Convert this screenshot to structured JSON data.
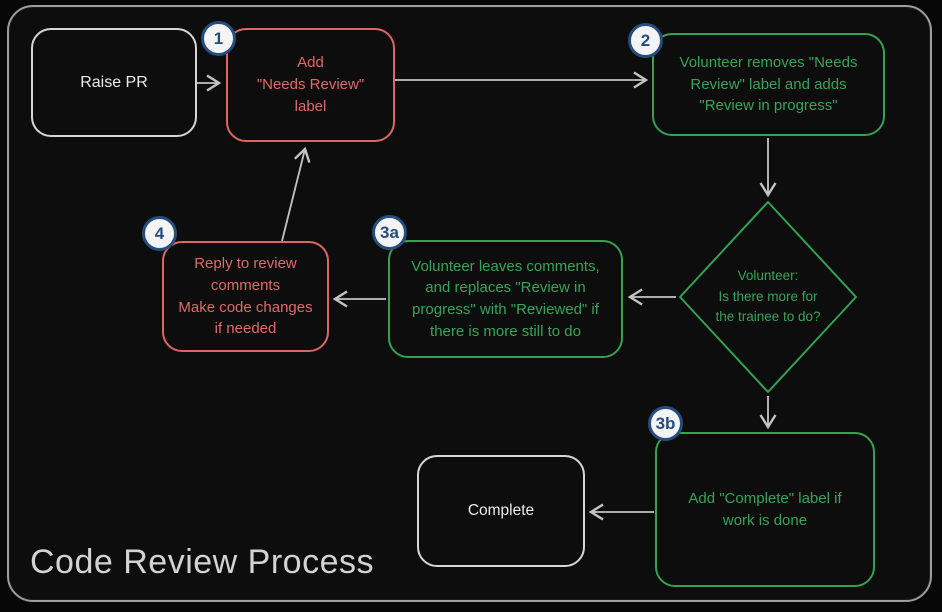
{
  "title": "Code Review Process",
  "colors": {
    "background": "#0d0d0d",
    "frame_border": "#9d9d9d",
    "red_node": "#df6464",
    "green_node": "#33a251",
    "neutral_node": "#d6d6d6",
    "arrow": "#c4c4c4",
    "badge_border": "#254e7f",
    "badge_fill": "#f4f4f4",
    "title_text": "#d3d3d3"
  },
  "nodes": {
    "raise_pr": {
      "text": "Raise PR"
    },
    "add_needs_review": {
      "badge": "1",
      "text": "Add\n\"Needs Review\"\nlabel"
    },
    "volunteer_removes": {
      "badge": "2",
      "text": "Volunteer removes \"Needs\nReview\" label and adds\n\"Review in progress\""
    },
    "decision": {
      "text": "Volunteer:\nIs there more for\nthe trainee to do?"
    },
    "volunteer_leaves_comments": {
      "badge": "3a",
      "text": "Volunteer leaves comments,\nand replaces \"Review in\nprogress\" with \"Reviewed\" if\nthere is more still to do"
    },
    "reply_to_comments": {
      "badge": "4",
      "text": "Reply to review\ncomments\nMake code changes\nif needed"
    },
    "add_complete_label": {
      "badge": "3b",
      "text": "Add \"Complete\" label if\nwork is done"
    },
    "complete": {
      "text": "Complete"
    }
  }
}
